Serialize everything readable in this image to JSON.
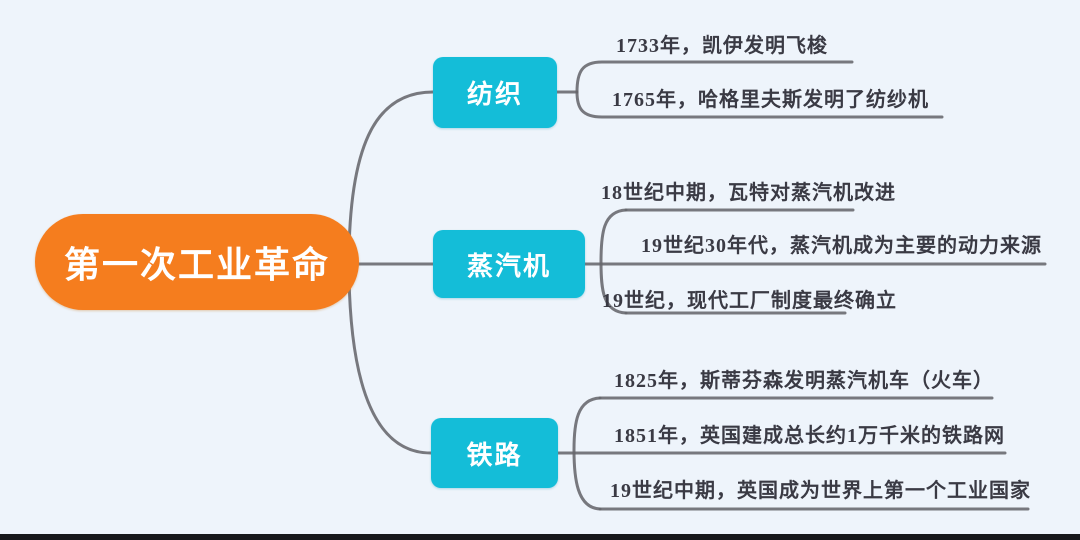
{
  "diagram": {
    "type": "mindmap",
    "root": {
      "label": "第一次工业革命"
    },
    "branches": [
      {
        "label": "纺织",
        "items": [
          "1733年，凯伊发明飞梭",
          "1765年，哈格里夫斯发明了纺纱机"
        ]
      },
      {
        "label": "蒸汽机",
        "items": [
          "18世纪中期，瓦特对蒸汽机改进",
          "19世纪30年代，蒸汽机成为主要的动力来源",
          "19世纪，现代工厂制度最终确立"
        ]
      },
      {
        "label": "铁路",
        "items": [
          "1825年，斯蒂芬森发明蒸汽机车（火车）",
          "1851年，英国建成总长约1万千米的铁路网",
          "19世纪中期，英国成为世界上第一个工业国家"
        ]
      }
    ],
    "colors": {
      "background": "#eef4fb",
      "root_node": "#f57d1e",
      "branch_node": "#14bdd8",
      "connector_line": "#67676c",
      "leaf_text": "#3a3a44",
      "node_text": "#ffffff",
      "bottom_bar": "#17181c"
    }
  }
}
